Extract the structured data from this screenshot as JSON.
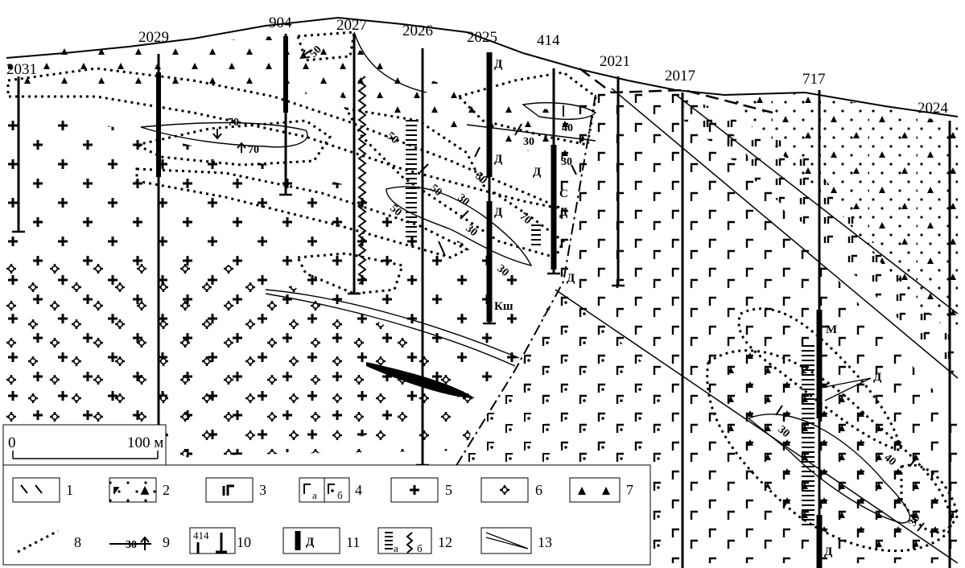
{
  "boreholes": [
    "2031",
    "2029",
    "904",
    "2027",
    "2026",
    "2025",
    "414",
    "2021",
    "2017",
    "717",
    "2024"
  ],
  "dip_labels": [
    "70",
    "70",
    "50",
    "50",
    "50",
    "30",
    "30",
    "40",
    "30",
    "30",
    "50",
    "30",
    "70",
    "30",
    "30",
    "40",
    "30"
  ],
  "markers": {
    "d": "Д",
    "s": "С",
    "ksh": "Кш",
    "m": "М"
  },
  "scale": {
    "zero": "0",
    "end": "100 м"
  },
  "legend": [
    {
      "num": "1"
    },
    {
      "num": "2"
    },
    {
      "num": "3"
    },
    {
      "num": "4",
      "a": "а",
      "b": "б"
    },
    {
      "num": "5"
    },
    {
      "num": "6"
    },
    {
      "num": "7"
    },
    {
      "num": "8"
    },
    {
      "num": "9",
      "sample": "30"
    },
    {
      "num": "10",
      "sample": "414"
    },
    {
      "num": "11",
      "sample": "Д"
    },
    {
      "num": "12",
      "a": "а",
      "b": "б"
    },
    {
      "num": "13"
    }
  ]
}
